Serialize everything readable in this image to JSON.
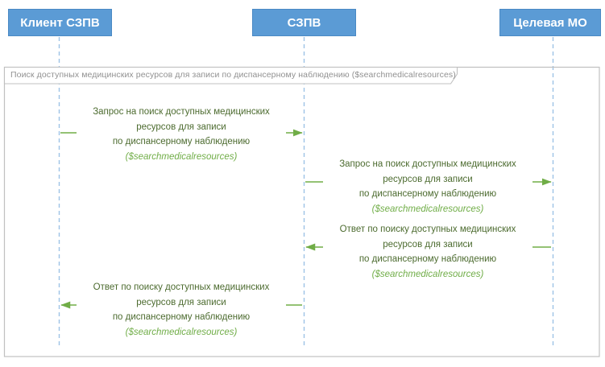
{
  "diagram": {
    "type": "uml-sequence",
    "frame_title": "Поиск доступных медицинских ресурсов для записи по диспансерному наблюдению ($searchmedicalresources)",
    "actors": [
      {
        "id": "client-szpv",
        "label": "Клиент СЗПВ"
      },
      {
        "id": "szpv",
        "label": "СЗПВ"
      },
      {
        "id": "target-mo",
        "label": "Целевая МО"
      }
    ],
    "messages": [
      {
        "from": "Клиент СЗПВ",
        "to": "СЗПВ",
        "direction": "right",
        "lines": [
          "Запрос на поиск доступных медицинских",
          "ресурсов для записи",
          "по диспансерному наблюдению"
        ],
        "operation": "($searchmedicalresources)"
      },
      {
        "from": "СЗПВ",
        "to": "Целевая МО",
        "direction": "right",
        "lines": [
          "Запрос на поиск доступных медицинских",
          "ресурсов для записи",
          "по диспансерному наблюдению"
        ],
        "operation": "($searchmedicalresources)"
      },
      {
        "from": "Целевая МО",
        "to": "СЗПВ",
        "direction": "left",
        "lines": [
          "Ответ по поиску доступных медицинских",
          "ресурсов для записи",
          "по диспансерному наблюдению"
        ],
        "operation": "($searchmedicalresources)"
      },
      {
        "from": "СЗПВ",
        "to": "Клиент СЗПВ",
        "direction": "left",
        "lines": [
          "Ответ по поиску доступных медицинских",
          "ресурсов для записи",
          "по диспансерному наблюдению"
        ],
        "operation": "($searchmedicalresources)"
      }
    ],
    "colors": {
      "actor_fill": "#5B9BD5",
      "actor_border": "#4A89C4",
      "actor_text": "#FFFFFF",
      "lifeline": "#9DC3E6",
      "arrow": "#70AD47",
      "message_text": "#4C6B2F",
      "operation_text": "#70AD47",
      "frame_border": "#C0C0C0",
      "frame_title_text": "#919191"
    }
  }
}
